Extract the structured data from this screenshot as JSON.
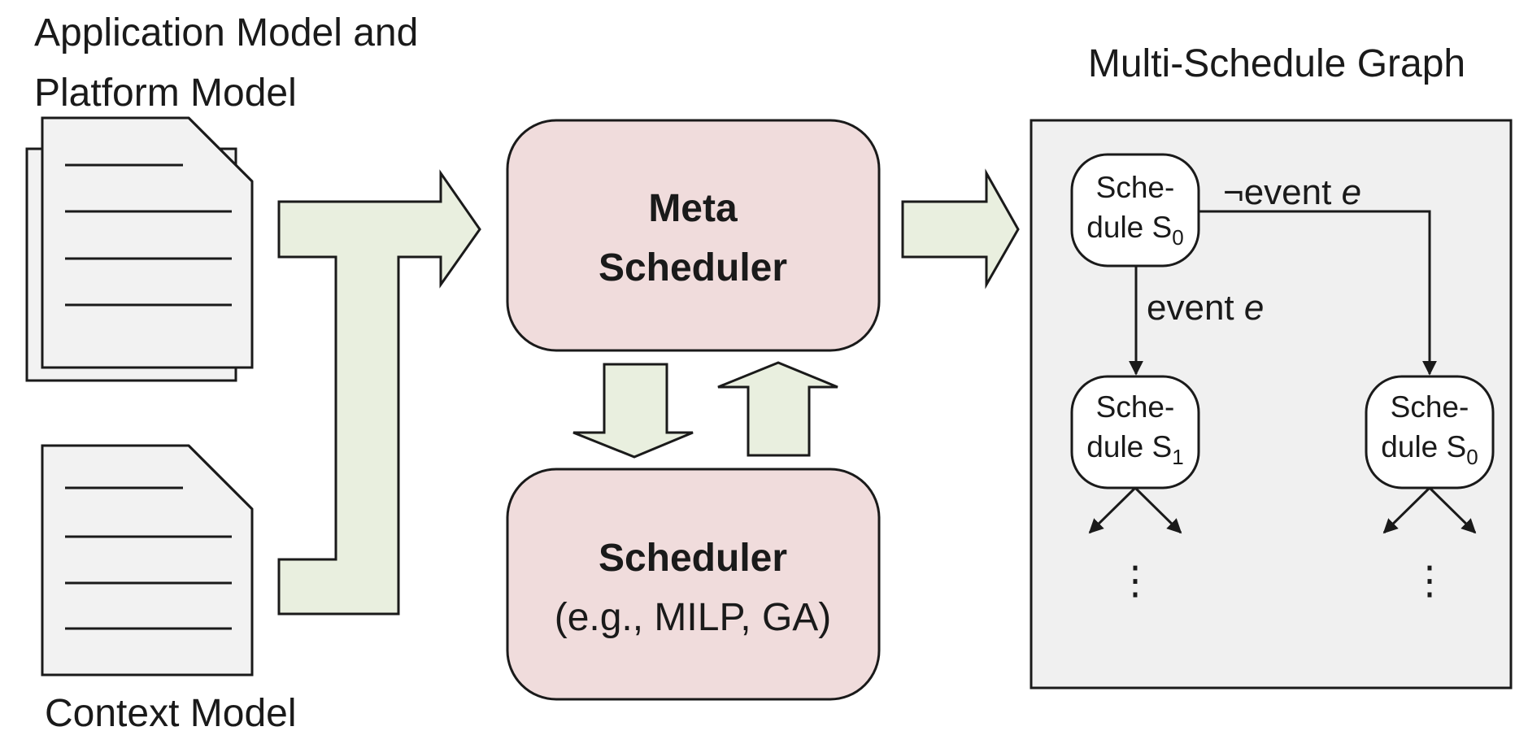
{
  "inputs": {
    "app_platform_label_line1": "Application Model and",
    "app_platform_label_line2": "Platform Model",
    "context_label": "Context Model"
  },
  "meta_scheduler": {
    "line1": "Meta",
    "line2": "Scheduler"
  },
  "scheduler": {
    "title": "Scheduler",
    "subtitle": "(e.g., MILP, GA)"
  },
  "graph": {
    "title": "Multi-Schedule Graph",
    "nodes": [
      {
        "line1": "Sche-",
        "line2": "dule S",
        "subscript": "0"
      },
      {
        "line1": "Sche-",
        "line2": "dule S",
        "subscript": "1"
      },
      {
        "line1": "Sche-",
        "line2": "dule S",
        "subscript": "0"
      }
    ],
    "edge_not_event_symbol": "¬",
    "edge_not_event_text": "event ",
    "edge_event_text": "event ",
    "event_variable": "e",
    "ellipsis": "⋮"
  },
  "colors": {
    "arrow_fill": "#e9efdf",
    "box_fill": "#f0dcdc",
    "panel_fill": "#f0f0f0",
    "stroke": "#1a1a1a"
  }
}
